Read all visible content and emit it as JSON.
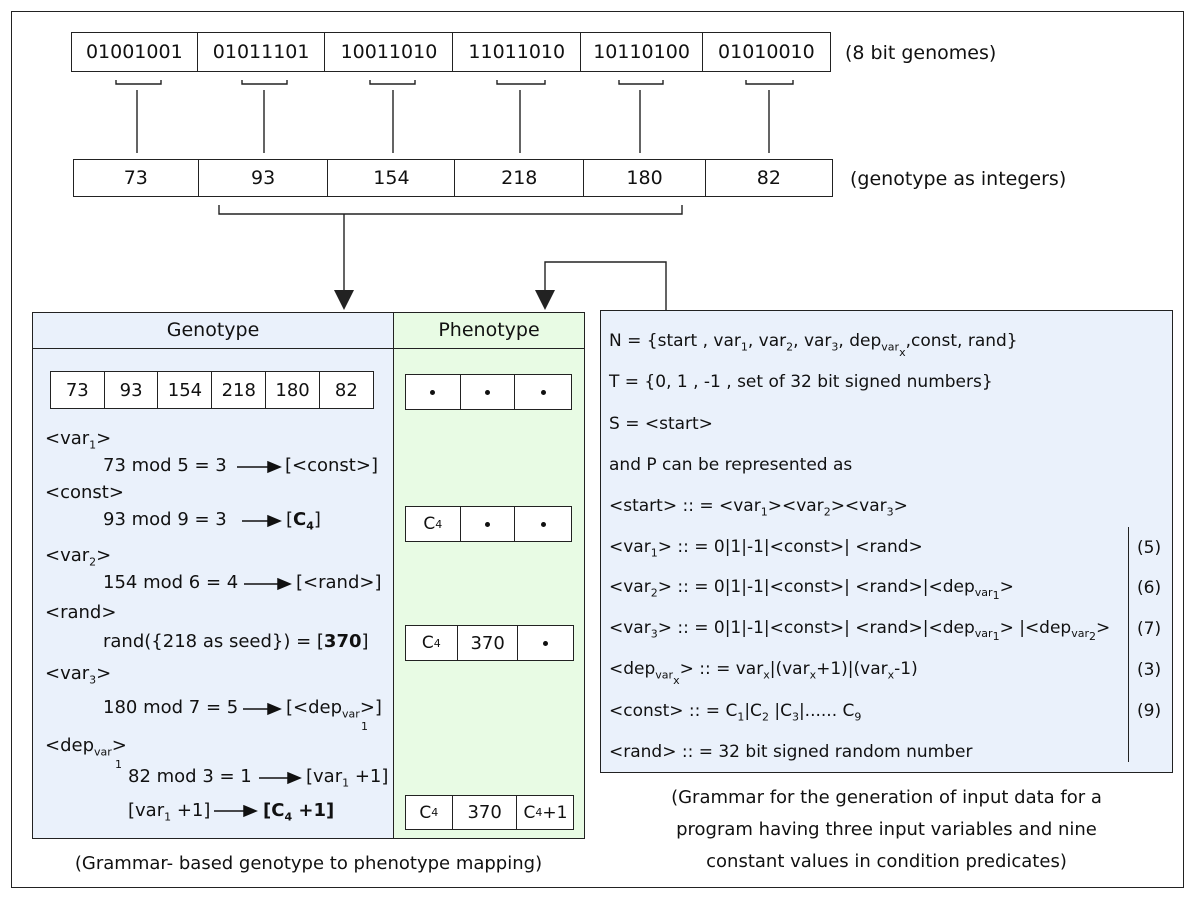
{
  "genomes": [
    "01001001",
    "01011101",
    "10011010",
    "11011010",
    "10110100",
    "01010010"
  ],
  "genomes_label": "(8 bit genomes)",
  "integers": [
    "73",
    "93",
    "154",
    "218",
    "180",
    "82"
  ],
  "integers_label": "(genotype as integers)",
  "genotype_header": "Genotype",
  "phenotype_header": "Phenotype",
  "genotype_values": [
    "73",
    "93",
    "154",
    "218",
    "180",
    "82"
  ],
  "mapping": {
    "var1": "<var",
    "step1": "73 mod 5 = 3",
    "step1_result": "[<const>]",
    "const": "<const>",
    "step2": "93 mod 9 = 3",
    "step2_result_open": "[",
    "step2_c": "C",
    "step2_sub": "4",
    "step2_result_close": "]",
    "var2": "<var",
    "step3": "154 mod 6 = 4",
    "step3_result": "[<rand>]",
    "rand": "<rand>",
    "step4": "rand({218 as seed}) = [",
    "step4_value": "370",
    "step4_close": "]",
    "var3": "<var",
    "step5": "180 mod 7 = 5",
    "step5_result": "[<dep",
    "step5_var": "var",
    "step5_one": "1",
    "step5_close": ">]",
    "dep": "<dep",
    "dep_var": "var",
    "dep_one": "1",
    "step6": "82 mod 3 = 1",
    "step6_result": "[var",
    "step6_sub": "1",
    "step6_close": " +1]",
    "step7_left": "[var",
    "step7_sub": "1",
    "step7_close": " +1]",
    "step7_result": "[C4 +1]"
  },
  "phenotype_rows": [
    [
      "•",
      "•",
      "•"
    ],
    [
      "C4",
      "•",
      "•"
    ],
    [
      "C4",
      "370",
      "•"
    ],
    [
      "C4",
      "370",
      "C4+1"
    ]
  ],
  "grammar": {
    "N": "N = {start , var1, var2, var3, depvar x,const, rand}",
    "T": "T = {0, 1 , -1 , set of 32 bit signed numbers}",
    "S": "S = <start>",
    "P_intro": "and P can be represented as",
    "rules": [
      {
        "text": "<start> :: = <var1><var2><var3>",
        "num": ""
      },
      {
        "text": "<var1> :: = 0|1|-1|<const>| <rand>",
        "num": "(5)"
      },
      {
        "text": "<var2> :: = 0|1|-1|<const>| <rand>|<depvar1>",
        "num": "(6)"
      },
      {
        "text": "<var3> :: = 0|1|-1|<const>| <rand>|<depvar1> |<depvar2>",
        "num": "(7)"
      },
      {
        "text": "<depvarx> :: = varx|(varx+1)|(varx-1)",
        "num": "(3)"
      },
      {
        "text": "<const> :: = C1|C2 |C3|...... C9",
        "num": "(9)"
      },
      {
        "text": "<rand> :: = 32 bit signed random number",
        "num": ""
      }
    ]
  },
  "caption_left": "(Grammar- based genotype to phenotype mapping)",
  "caption_right_1": "(Grammar for the generation of input data for a",
  "caption_right_2": "program having three input variables and nine",
  "caption_right_3": "constant values in condition predicates)",
  "colors": {
    "genotype_bg": "#eaf1fb",
    "phenotype_bg": "#e8fbe4",
    "grammar_bg": "#eaf1fb",
    "line": "#222222"
  }
}
